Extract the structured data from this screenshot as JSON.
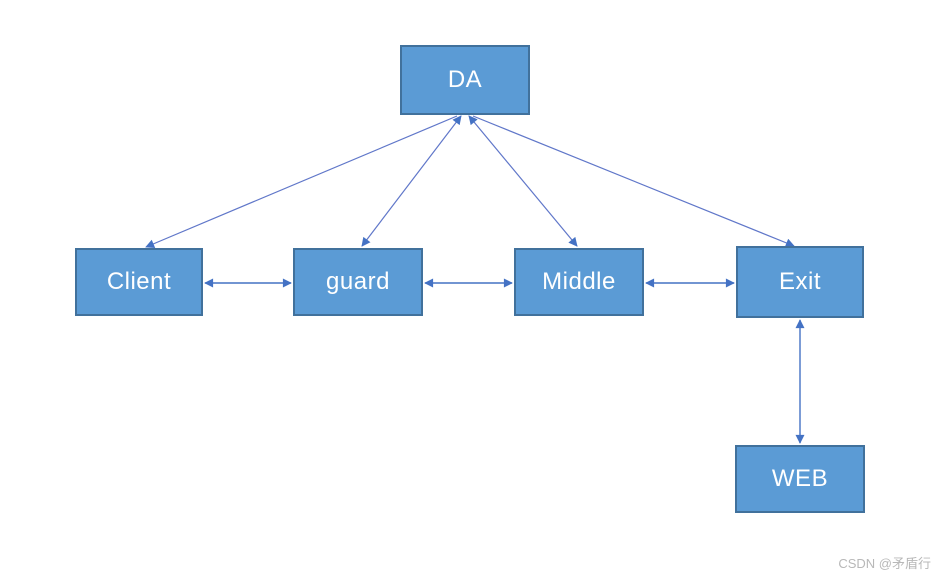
{
  "diagram": {
    "type": "network-topology-diagram",
    "nodes": {
      "da": {
        "label": "DA"
      },
      "client": {
        "label": "Client"
      },
      "guard": {
        "label": "guard"
      },
      "middle": {
        "label": "Middle"
      },
      "exit": {
        "label": "Exit"
      },
      "web": {
        "label": "WEB"
      }
    },
    "edges": [
      {
        "from": "DA",
        "to": "Client",
        "arrowheads": "end"
      },
      {
        "from": "DA",
        "to": "guard",
        "arrowheads": "both"
      },
      {
        "from": "DA",
        "to": "Middle",
        "arrowheads": "both"
      },
      {
        "from": "DA",
        "to": "Exit",
        "arrowheads": "end"
      },
      {
        "from": "Client",
        "to": "guard",
        "arrowheads": "both"
      },
      {
        "from": "guard",
        "to": "Middle",
        "arrowheads": "both"
      },
      {
        "from": "Middle",
        "to": "Exit",
        "arrowheads": "both"
      },
      {
        "from": "Exit",
        "to": "WEB",
        "arrowheads": "both"
      }
    ],
    "colors": {
      "node_fill": "#5B9BD5",
      "node_border": "#41719C",
      "node_text": "#FFFFFF",
      "connector": "#4472C4",
      "background": "#FFFFFF",
      "watermark_text": "#B8B8B8"
    }
  },
  "watermark": {
    "text": "CSDN @矛盾行"
  }
}
